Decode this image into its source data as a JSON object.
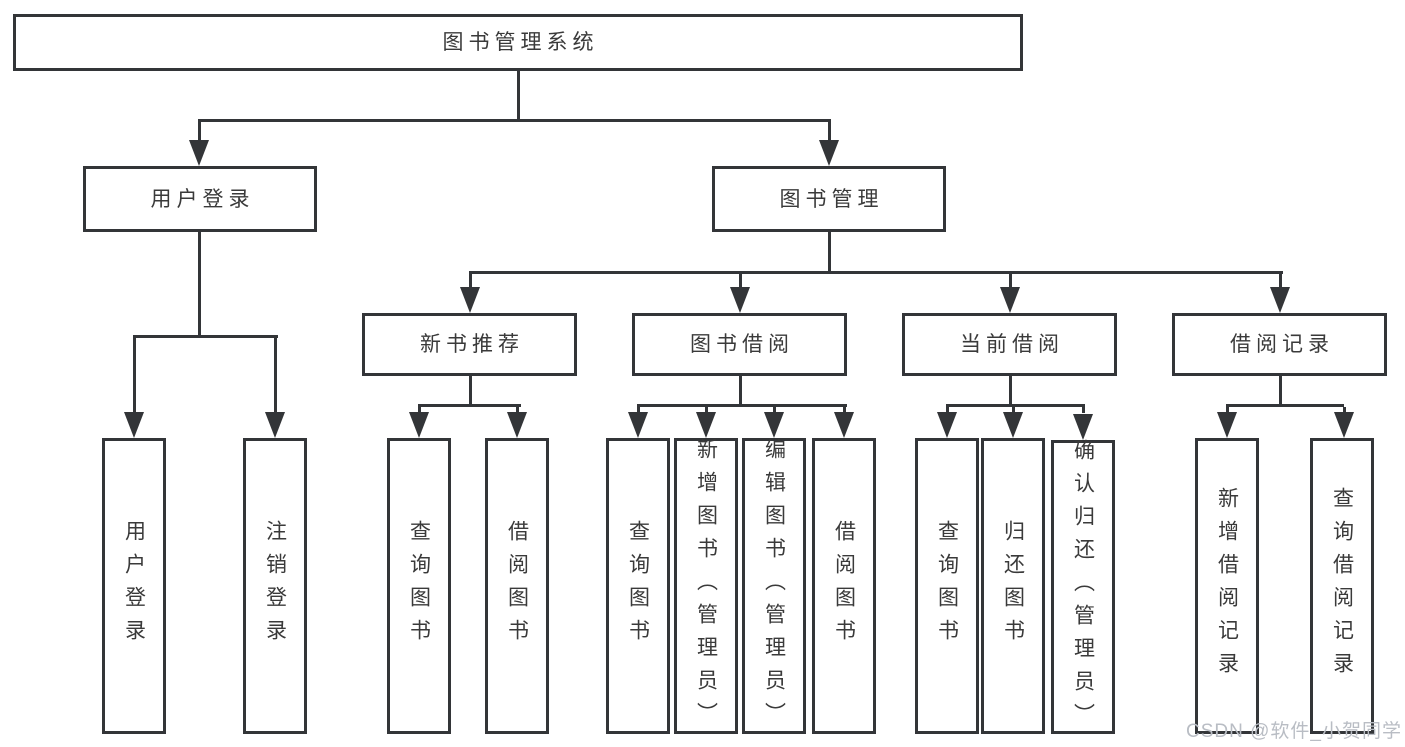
{
  "diagram": {
    "root": {
      "label": "图书管理系统",
      "children": [
        {
          "label": "用户登录",
          "children": [
            {
              "label": "用户登录"
            },
            {
              "label": "注销登录"
            }
          ]
        },
        {
          "label": "图书管理",
          "children": [
            {
              "label": "新书推荐",
              "children": [
                {
                  "label": "查询图书"
                },
                {
                  "label": "借阅图书"
                }
              ]
            },
            {
              "label": "图书借阅",
              "children": [
                {
                  "label": "查询图书"
                },
                {
                  "label": "新增图书（管理员）"
                },
                {
                  "label": "编辑图书（管理员）"
                },
                {
                  "label": "借阅图书"
                }
              ]
            },
            {
              "label": "当前借阅",
              "children": [
                {
                  "label": "查询图书"
                },
                {
                  "label": "归还图书"
                },
                {
                  "label": "确认归还（管理员）"
                }
              ]
            },
            {
              "label": "借阅记录",
              "children": [
                {
                  "label": "新增借阅记录"
                },
                {
                  "label": "查询借阅记录"
                }
              ]
            }
          ]
        }
      ]
    }
  },
  "watermark": {
    "text": "CSDN @软件_小贺同学"
  },
  "colors": {
    "line": "#333538",
    "text": "#3a3a3a",
    "watermark": "#b9bdc4",
    "background": "#ffffff"
  }
}
